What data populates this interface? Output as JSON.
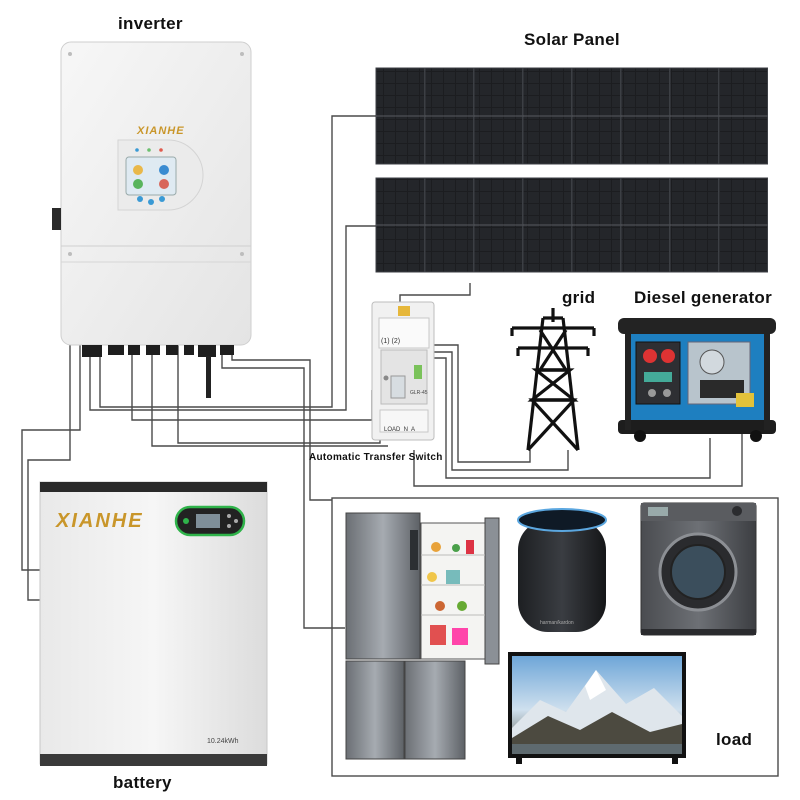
{
  "labels": {
    "inverter": "inverter",
    "solar_panel": "Solar Panel",
    "grid": "grid",
    "diesel_generator": "Diesel generator",
    "ats": "Automatic Transfer Switch",
    "battery": "battery",
    "load": "load"
  },
  "inverter": {
    "brand": "XIANHE"
  },
  "battery": {
    "brand": "XIANHE",
    "capacity": "10.24kWh"
  },
  "ats": {
    "model": "GLR-45",
    "terminals": "LOAD  N  A",
    "port_top": "(1) (2)"
  },
  "speaker": {
    "brand": "harman/kardon"
  },
  "colors": {
    "wire": "#4a4a4a",
    "panel": "#1b1c1f",
    "accent_gold": "#c9962a",
    "battery_ring": "#2fb34a",
    "generator_blue": "#1e7fc0"
  },
  "icons": [
    "inverter-unit",
    "solar-panel-array",
    "transmission-tower-icon",
    "diesel-generator",
    "ats-switch",
    "battery-pack",
    "refrigerator",
    "smart-speaker",
    "washing-machine",
    "television"
  ]
}
